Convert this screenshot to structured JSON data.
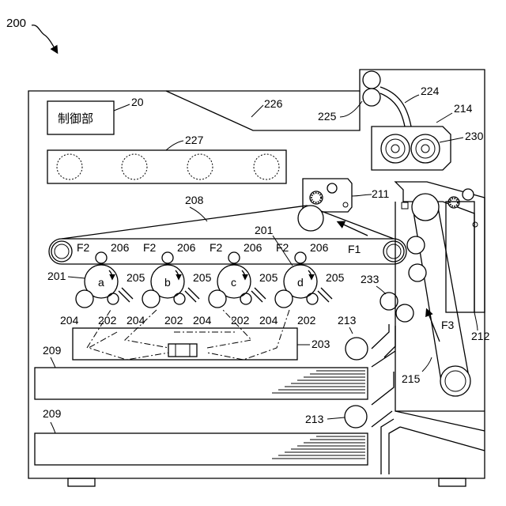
{
  "labels": {
    "machine": "200",
    "control_unit_text": "制御部",
    "control_unit_ref": "20",
    "cover": "226",
    "fixing_unit": "224",
    "fixing_case": "214",
    "heater": "230",
    "roller_225": "225",
    "led_head": "227",
    "belt": "208",
    "secondary_transfer": "211",
    "arrow_f1": "F1",
    "arrow_f2": "F2",
    "arrow_f3": "F3",
    "drum_ref": "201",
    "charge_roller": "206",
    "developer": "205",
    "cleaner": "204",
    "cleaning_blade": "202",
    "exposure_unit": "203",
    "tray": "209",
    "pickup_roller": "213",
    "registration": "233",
    "duplex_frame": "212",
    "duplex_belt": "215"
  },
  "drums": [
    {
      "letter": "a"
    },
    {
      "letter": "b"
    },
    {
      "letter": "c"
    },
    {
      "letter": "d"
    }
  ]
}
